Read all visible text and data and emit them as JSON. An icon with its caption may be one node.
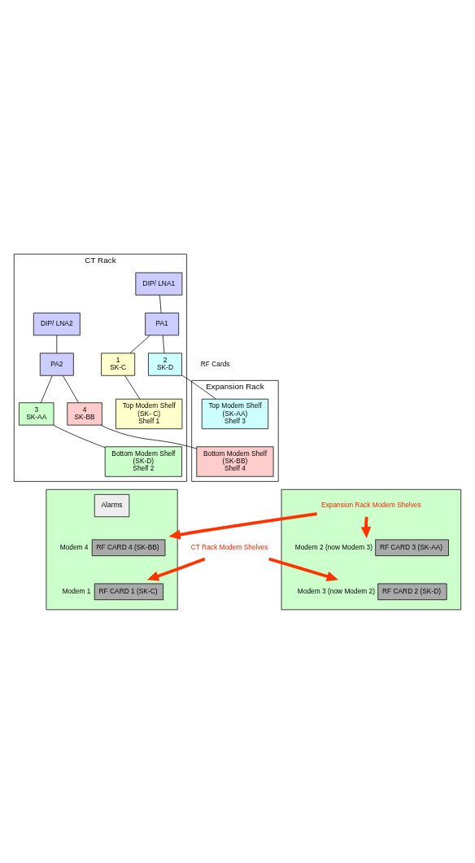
{
  "diagram": {
    "nodes": [
      {
        "text": [
          "CT Rack"
        ]
      },
      {
        "text": [
          "Expansion Rack"
        ]
      },
      {
        "text": [
          "DIP/ LNA1"
        ],
        "in": 0
      },
      {
        "text": [
          "DIP/ LNA2"
        ],
        "in": 0
      },
      {
        "text": [
          "PA1"
        ],
        "in": 0
      },
      {
        "text": [
          "PA2"
        ],
        "in": 0
      },
      {
        "text": [
          "1",
          "SK-C"
        ],
        "in": 0
      },
      {
        "text": [
          "2",
          "SK-D"
        ],
        "in": 0
      },
      {
        "text": [
          "3",
          "SK-AA"
        ],
        "in": 0
      },
      {
        "text": [
          "4",
          "SK-BB"
        ],
        "in": 0
      },
      {
        "text": [
          "Top Modem Shelf",
          "(SK- C)",
          "Shelf 1"
        ],
        "in": 0
      },
      {
        "text": [
          "Bottom Modem Shelf",
          "(SK-D)",
          "Shelf 2"
        ],
        "in": 0
      },
      {
        "text": [
          "Top Modem Shelf",
          "(SK-AA)",
          "Shelf 3"
        ],
        "in": 1
      },
      {
        "text": [
          "Bottom Modem Shelf",
          "(SK-BB)",
          "Shelf 4"
        ],
        "in": 1
      },
      {
        "text": [],
        "shape": "box"
      },
      {
        "text": [],
        "shape": "box"
      },
      {
        "text": [
          "Alarms"
        ],
        "in": 14
      },
      {
        "text": [
          "RF CARD 4 (SK-BB)"
        ],
        "in": 14,
        "beside": [
          "Modem 4"
        ]
      },
      {
        "text": [
          "RF CARD 1 (SK-C)"
        ],
        "in": 14,
        "beside": [
          "Modem 1"
        ]
      },
      {
        "text": [
          "RF CARD 3 (SK-AA)"
        ],
        "in": 15,
        "beside": [
          "Modem 2 (now Modem 3)"
        ]
      },
      {
        "text": [
          "RF CARD 2 (SK-D)"
        ],
        "in": 15,
        "beside": [
          "Modem 3 (now Modem 2)"
        ]
      },
      {
        "text": [
          "Expansion Rack Modem Shelves"
        ],
        "in": 15
      },
      {
        "text": [
          "CT Rack Modem Shelves"
        ]
      }
    ],
    "edges": [
      {
        "from": 2,
        "to": 4,
        "arrow": "none"
      },
      {
        "from": 3,
        "to": 5,
        "arrow": "none"
      },
      {
        "from": 4,
        "to": 6,
        "arrow": "none"
      },
      {
        "from": 4,
        "to": 7,
        "arrow": "none"
      },
      {
        "from": 5,
        "to": 8,
        "arrow": "none"
      },
      {
        "from": 5,
        "to": 9,
        "arrow": "none"
      },
      {
        "from": 6,
        "to": 10,
        "arrow": "none"
      },
      {
        "from": 7,
        "to": 12,
        "arrow": "none"
      },
      {
        "from": 8,
        "to": 11,
        "arrow": "none"
      },
      {
        "from": 9,
        "to": 13,
        "arrow": "none"
      },
      {
        "from": 21,
        "to": 17,
        "arrow": "to",
        "style": "thick",
        "color": "#ff3300"
      },
      {
        "from": 21,
        "to": 19,
        "arrow": "to",
        "style": "thick",
        "color": "#ff3300"
      },
      {
        "from": 22,
        "to": 18,
        "arrow": "to",
        "style": "thick",
        "color": "#ff3300"
      },
      {
        "from": 22,
        "to": 20,
        "arrow": "to",
        "style": "thick",
        "color": "#ff3300"
      }
    ],
    "labels": [
      "RF Cards"
    ]
  }
}
